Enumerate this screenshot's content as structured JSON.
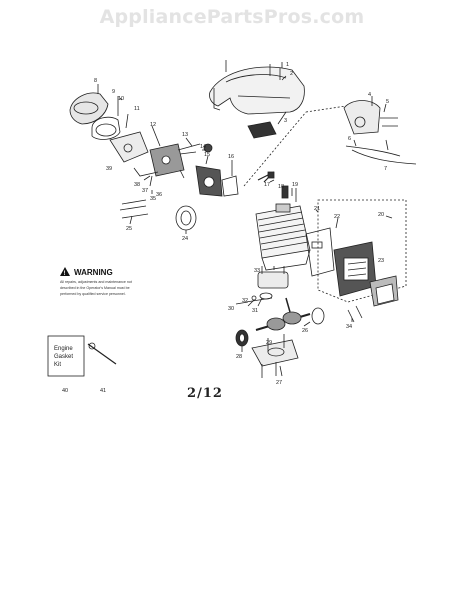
{
  "watermark": "AppliancePartsPros.com",
  "warning": {
    "title": "WARNING",
    "lines": [
      "All repairs, adjustments and maintenance not",
      "described in the Operator's Manual must be",
      "performed by qualified service personnel."
    ]
  },
  "kit": {
    "lines": [
      "Engine",
      "Gasket",
      "Kit"
    ]
  },
  "callouts": {
    "c1": "1",
    "c2": "2",
    "c3": "3",
    "c4": "4",
    "c5": "5",
    "c6": "6",
    "c7": "7",
    "c8": "8",
    "c9": "9",
    "c10": "10",
    "c11": "11",
    "c12": "12",
    "c13": "13",
    "c14": "14",
    "c15": "15",
    "c16": "16",
    "c17": "17",
    "c18": "18",
    "c19": "19",
    "c20": "20",
    "c21": "21",
    "c22": "22",
    "c23": "23",
    "c24": "24",
    "c25": "25",
    "c26": "26",
    "c27": "27",
    "c28": "28",
    "c29": "29",
    "c30": "30",
    "c31": "31",
    "c32": "32",
    "c33": "33",
    "c34": "34",
    "c35": "35",
    "c36": "36",
    "c37": "37",
    "c38": "38",
    "c39": "39",
    "c40": "40",
    "c41": "41"
  },
  "page_number": "2/12"
}
